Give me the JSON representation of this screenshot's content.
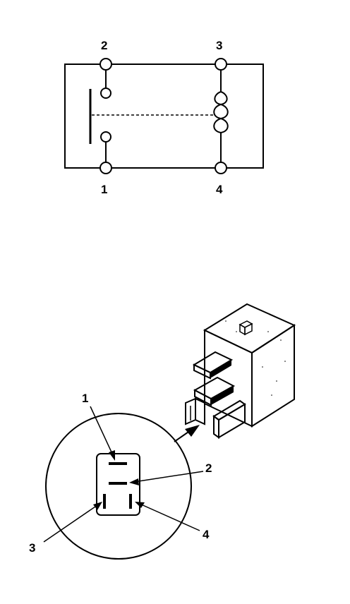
{
  "schematic": {
    "terminals": {
      "t1": "1",
      "t2": "2",
      "t3": "3",
      "t4": "4"
    }
  },
  "connector_view": {
    "callouts": {
      "c1": "1",
      "c2": "2",
      "c3": "3",
      "c4": "4"
    }
  }
}
